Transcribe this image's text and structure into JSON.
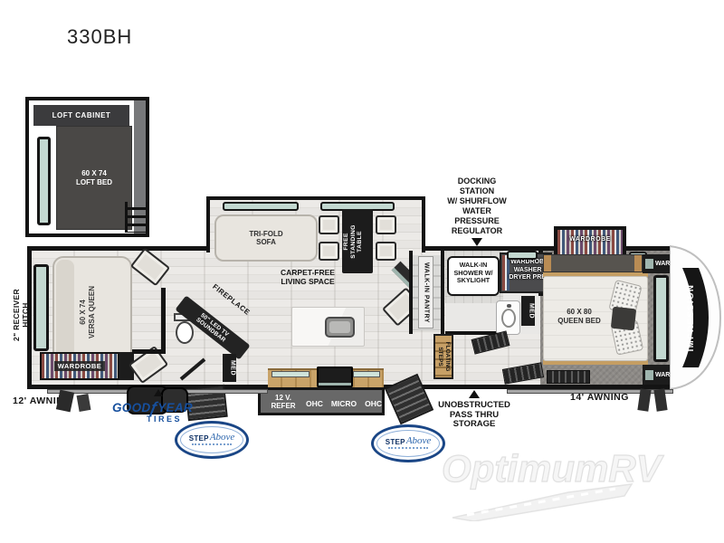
{
  "page": {
    "title": "330BH"
  },
  "colors": {
    "wall": "#141414",
    "window_teal": "#c3d8d0",
    "wood_tan": "#c79f66",
    "goodyear_blue": "#17509e",
    "stepabove_blue": "#1a4686",
    "counter_gray": "#686868"
  },
  "loft": {
    "cabinet": "LOFT CABINET",
    "bed_lines": [
      "60 X 74",
      "LOFT BED"
    ]
  },
  "rear_living": {
    "sofa_lines": [
      "60 X 74",
      "VERSA QUEEN"
    ],
    "wardrobe": "WARDROBE"
  },
  "slide_living": {
    "sofa_lines": [
      "TRI-FOLD",
      "SOFA"
    ],
    "table_lines": [
      "FREE",
      "STANDING",
      "TABLE"
    ]
  },
  "living": {
    "space_lines": [
      "CARPET-FREE",
      "LIVING SPACE"
    ],
    "fireplace": "FIREPLACE",
    "tv_lines": [
      "50\" LED TV",
      "SOUNDBAR"
    ],
    "med": "MED"
  },
  "kitchen": {
    "refer_lines": [
      "12 V.",
      "REFER"
    ],
    "ohc_left": "OHC",
    "micro": "MICRO",
    "ohc_right": "OHC"
  },
  "utility": {
    "pantry": "WALK-IN PANTRY",
    "shower_lines": [
      "WALK-IN",
      "SHOWER W/",
      "SKYLIGHT"
    ],
    "washer_lines": [
      "WARDROBE",
      "WASHER /",
      "DRYER PREP"
    ],
    "med": "MED",
    "steps_lines": [
      "FLOATING",
      "STEPS"
    ],
    "docking_lines": [
      "DOCKING",
      "STATION",
      "W/ SHURFLOW",
      "WATER",
      "PRESSURE",
      "REGULATOR"
    ]
  },
  "bedroom": {
    "wardrobe": "WARDROBE",
    "bed_lines": [
      "60 X 80",
      "QUEEN BED"
    ],
    "ward": "WARD",
    "brand": "IMPRESSION"
  },
  "exterior": {
    "awning_left": "12' AWNING",
    "awning_right": "14' AWNING",
    "hitch": "2\" RECEIVER HITCH",
    "storage_lines": [
      "UNOBSTRUCTED",
      "PASS THRU",
      "STORAGE"
    ],
    "goodyear_word1": "GOOD",
    "goodyear_word2": "YEAR",
    "goodyear_wing_glyph": "ƒ",
    "goodyear_sub": "TIRES",
    "stepabove_word1": "STEP",
    "stepabove_word2": "Above"
  },
  "watermark": {
    "brand": "OptimumRV"
  }
}
